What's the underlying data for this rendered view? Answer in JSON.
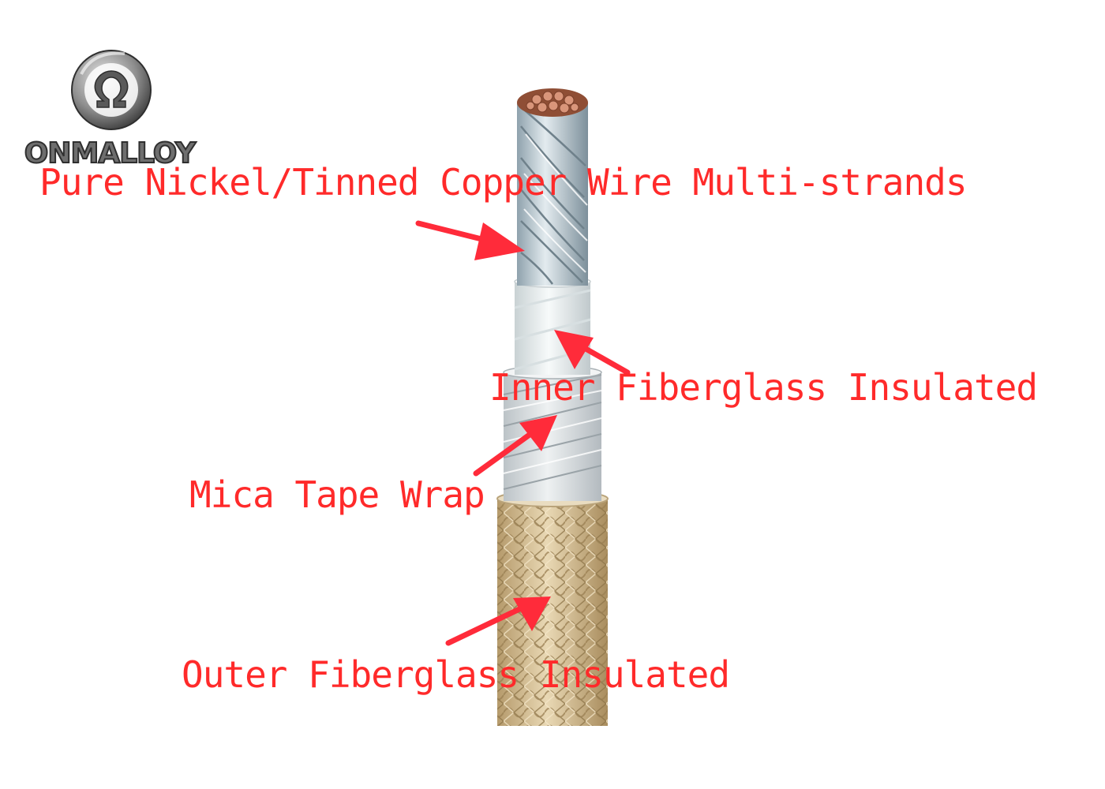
{
  "brand": {
    "name": "ONMALLOY",
    "logo_colors": {
      "light": "#bdbdbd",
      "mid": "#8a8a8a",
      "dark": "#3a3a3a"
    }
  },
  "labels": {
    "conductor": "Pure Nickel/Tinned Copper Wire Multi-strands",
    "inner_insulation": "Inner Fiberglass Insulated",
    "mica": "Mica Tape Wrap",
    "outer_insulation": "Outer Fiberglass Insulated"
  },
  "colors": {
    "label_text": "#ff2a2a",
    "arrow": "#ff2b3a",
    "wire_strands": "#b9c7cf",
    "copper_core": "#c9866a",
    "inner_fiberglass": "#eef3f3",
    "mica_tape": "#e4e8ea",
    "outer_braid": "#d8c29a"
  }
}
